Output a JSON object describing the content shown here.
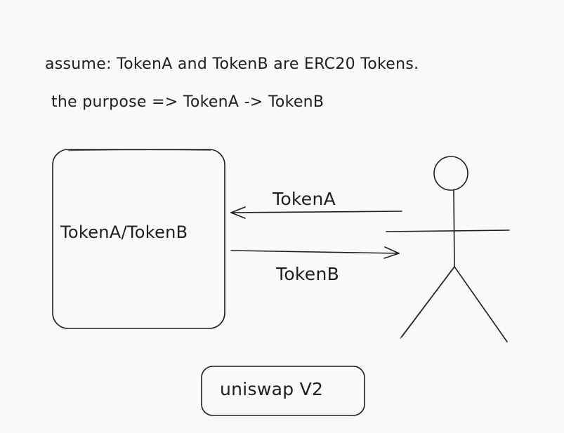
{
  "text": {
    "assume": "assume: TokenA and TokenB are ERC20 Tokens.",
    "purpose": "the purpose =>  TokenA -> TokenB"
  },
  "pool": {
    "label": "TokenA/TokenB"
  },
  "arrows": {
    "to_pool_label": "TokenA",
    "to_user_label": "TokenB"
  },
  "footer": {
    "label": "uniswap V2"
  },
  "colors": {
    "background": "#f8f9fa",
    "stroke": "#1e1e1e"
  },
  "icons": {
    "user": "stick-figure-icon"
  }
}
